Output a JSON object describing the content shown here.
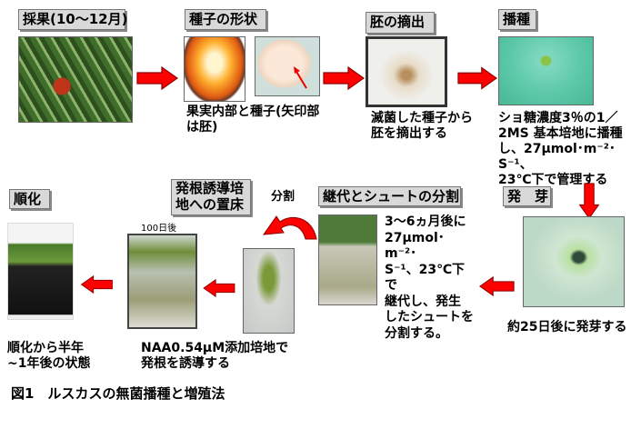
{
  "steps": {
    "harvest": {
      "label": "採果(10～12月)"
    },
    "seed_shape": {
      "label": "種子の形状",
      "caption": "果実内部と種子(矢印部は胚)"
    },
    "embryo": {
      "label": "胚の摘出",
      "caption": "滅菌した種子から胚を摘出する"
    },
    "sowing": {
      "label": "播種",
      "caption_l1": "ショ糖濃度3％の1／",
      "caption_l2": "2MS 基本培地に播種",
      "caption_l3": "し、27μmol･m⁻²･S⁻¹、",
      "caption_l4": "23℃下で管理する"
    },
    "germination": {
      "label": "発　芽",
      "caption": "約25日後に発芽する"
    },
    "subculture": {
      "label": "継代とシュートの分割",
      "caption_l1": "3～6ヵ月後に",
      "caption_l2": "27μmol･m⁻²･",
      "caption_l3": "S⁻¹、23℃下で",
      "caption_l4": "継代し、発生",
      "caption_l5": "したシュートを",
      "caption_l6": "分割する。"
    },
    "division": {
      "label": "分割"
    },
    "rooting": {
      "label_l1": "発根誘導培",
      "label_l2": "地への置床",
      "after": "100日後",
      "caption_l1": "NAA0.54μM添加培地で",
      "caption_l2": "発根を誘導する"
    },
    "acclimation": {
      "label": "順化",
      "caption_l1": "順化から半年",
      "caption_l2": "~1年後の状態"
    }
  },
  "figure_caption": "図1　ルスカスの無菌播種と増殖法",
  "colors": {
    "arrow": "#ff0000",
    "label_bg": "#d9d9d9"
  }
}
